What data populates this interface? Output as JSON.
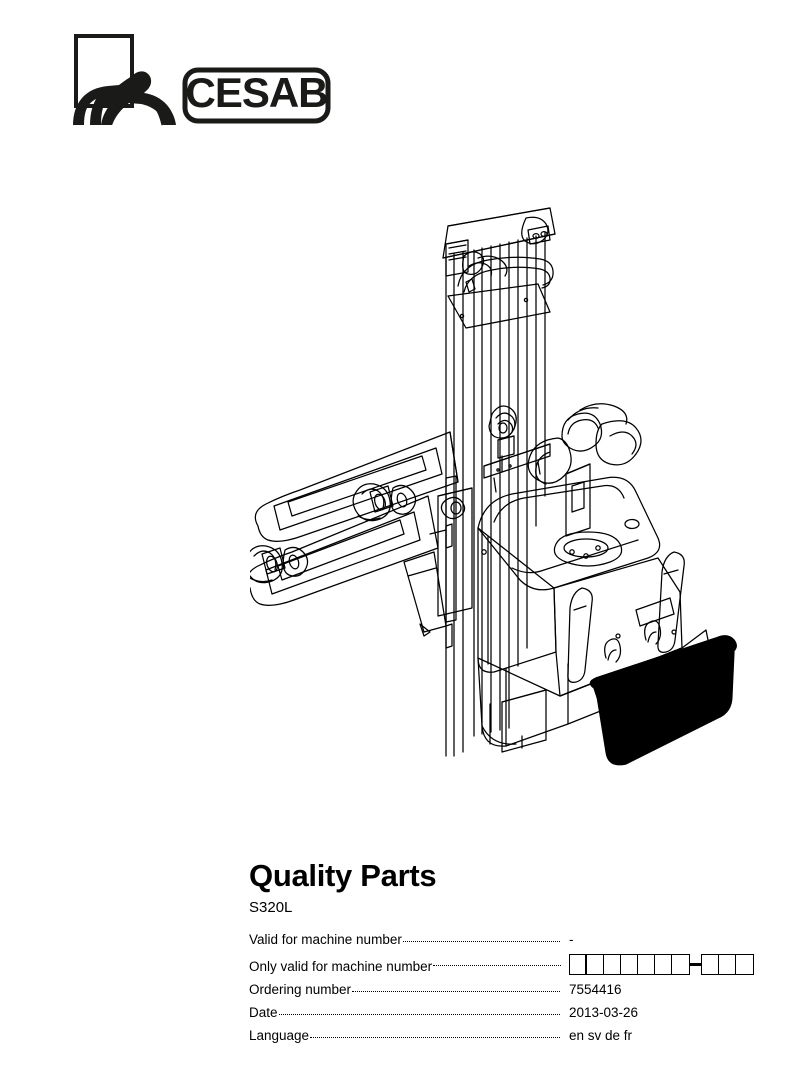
{
  "page": {
    "background_color": "#ffffff",
    "ink_color": "#000000"
  },
  "logo": {
    "brand_name": "CESAB",
    "icon_name": "cesab-porter-figure-icon",
    "description": "Stylized kneeling figure carrying a box on its back"
  },
  "illustration": {
    "name": "pallet-stacker-truck-line-drawing",
    "description": "Technical line drawing of an electric pedestrian pallet stacker with tall telescopic mast, twin forks, battery compartment, tiller arm and black fold-down operator platform",
    "platform_color": "#000000"
  },
  "title_block": {
    "title": "Quality Parts",
    "model": "S320L"
  },
  "specs": [
    {
      "label": "Valid for machine number",
      "value": "-",
      "type": "text"
    },
    {
      "label": "Only valid for machine number",
      "value": "",
      "type": "boxes",
      "boxes": {
        "left_group_count": 7,
        "right_group_count": 3,
        "separator": "-"
      }
    },
    {
      "label": "Ordering number",
      "value": "7554416",
      "type": "text"
    },
    {
      "label": "Date",
      "value": "2013-03-26",
      "type": "text"
    },
    {
      "label": "Language",
      "value": "en sv de fr",
      "type": "text"
    }
  ]
}
